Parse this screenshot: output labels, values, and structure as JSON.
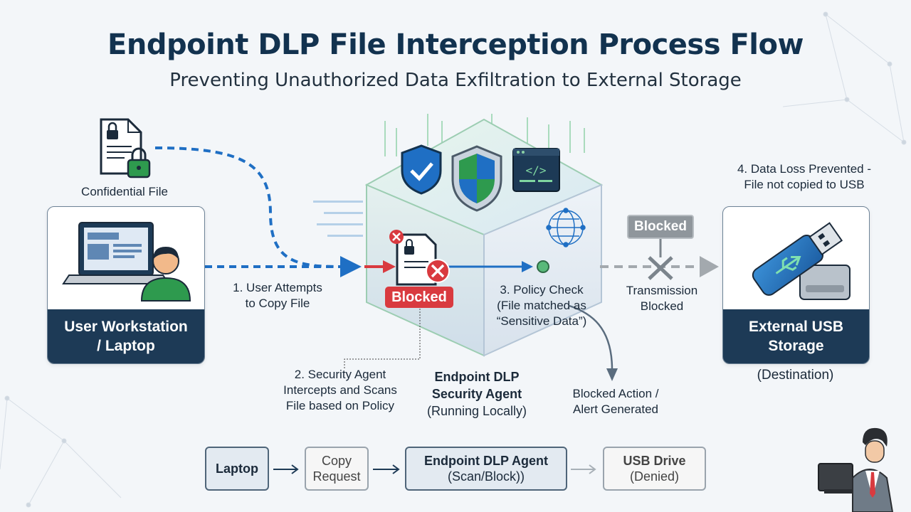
{
  "title": "Endpoint DLP File Interception Process Flow",
  "subtitle": "Preventing Unauthorized Data Exfiltration to External Storage",
  "confidential_file_label": "Confidential File",
  "workstation": {
    "label_line1": "User Workstation",
    "label_line2": "/ Laptop"
  },
  "step1": {
    "line1": "1. User Attempts",
    "line2": "to Copy File"
  },
  "blocked_badge": "Blocked",
  "step2": {
    "line1": "2. Security Agent",
    "line2": "Intercepts and Scans",
    "line3": "File based on Policy"
  },
  "agent": {
    "line1": "Endpoint DLP",
    "line2": "Security Agent",
    "line3": "(Running Locally)"
  },
  "step3": {
    "line1": "3. Policy Check",
    "line2": "(File matched as",
    "line3": "“Sensitive Data”)"
  },
  "alert": {
    "line1": "Blocked Action /",
    "line2": "Alert Generated"
  },
  "transmission_badge": "Blocked",
  "transmission": {
    "line1": "Transmission",
    "line2": "Blocked"
  },
  "step4": {
    "line1": "4. Data Loss Prevented -",
    "line2": "File not copied to USB"
  },
  "usb": {
    "label_line1": "External USB",
    "label_line2": "Storage",
    "destination": "(Destination)"
  },
  "flow": {
    "laptop": "Laptop",
    "copy_line1": "Copy",
    "copy_line2": "Request",
    "agent_line1": "Endpoint DLP Agent",
    "agent_line2": "(Scan/Block))",
    "usb_line1": "USB Drive",
    "usb_line2": "(Denied)"
  },
  "colors": {
    "navy": "#1d3a56",
    "accent_blue": "#1f6fc4",
    "red": "#d93a3f",
    "green": "#2e9a4e",
    "gray": "#9aa4ad"
  }
}
